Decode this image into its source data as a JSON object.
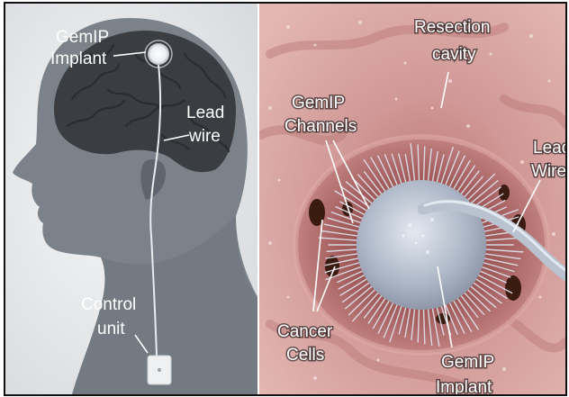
{
  "left_panel": {
    "labels": {
      "implant_line1": "GemIP",
      "implant_line2": "Implant",
      "lead_line1": "Lead",
      "lead_line2": "wire",
      "control_line1": "Control",
      "control_line2": "unit"
    }
  },
  "right_panel": {
    "labels": {
      "resection_line1": "Resection",
      "resection_line2": "cavity",
      "channels_line1": "GemIP",
      "channels_line2": "Channels",
      "lead_line1": "Lead",
      "lead_line2": "Wire",
      "cancer_line1": "Cancer",
      "cancer_line2": "Cells",
      "implant_line1": "GemIP",
      "implant_line2": "Implant"
    }
  },
  "colors": {
    "head": "#7b8289",
    "head_dark": "#5b6168",
    "brain": "#3a3d42",
    "tissue": "#d8a2a0",
    "tissue_dark": "#b06a6a",
    "cavity": "#c07f80",
    "implant": "#c8d0dc",
    "cancer": "#3b1a10",
    "label": "#ffffff",
    "frame": "#111111"
  }
}
